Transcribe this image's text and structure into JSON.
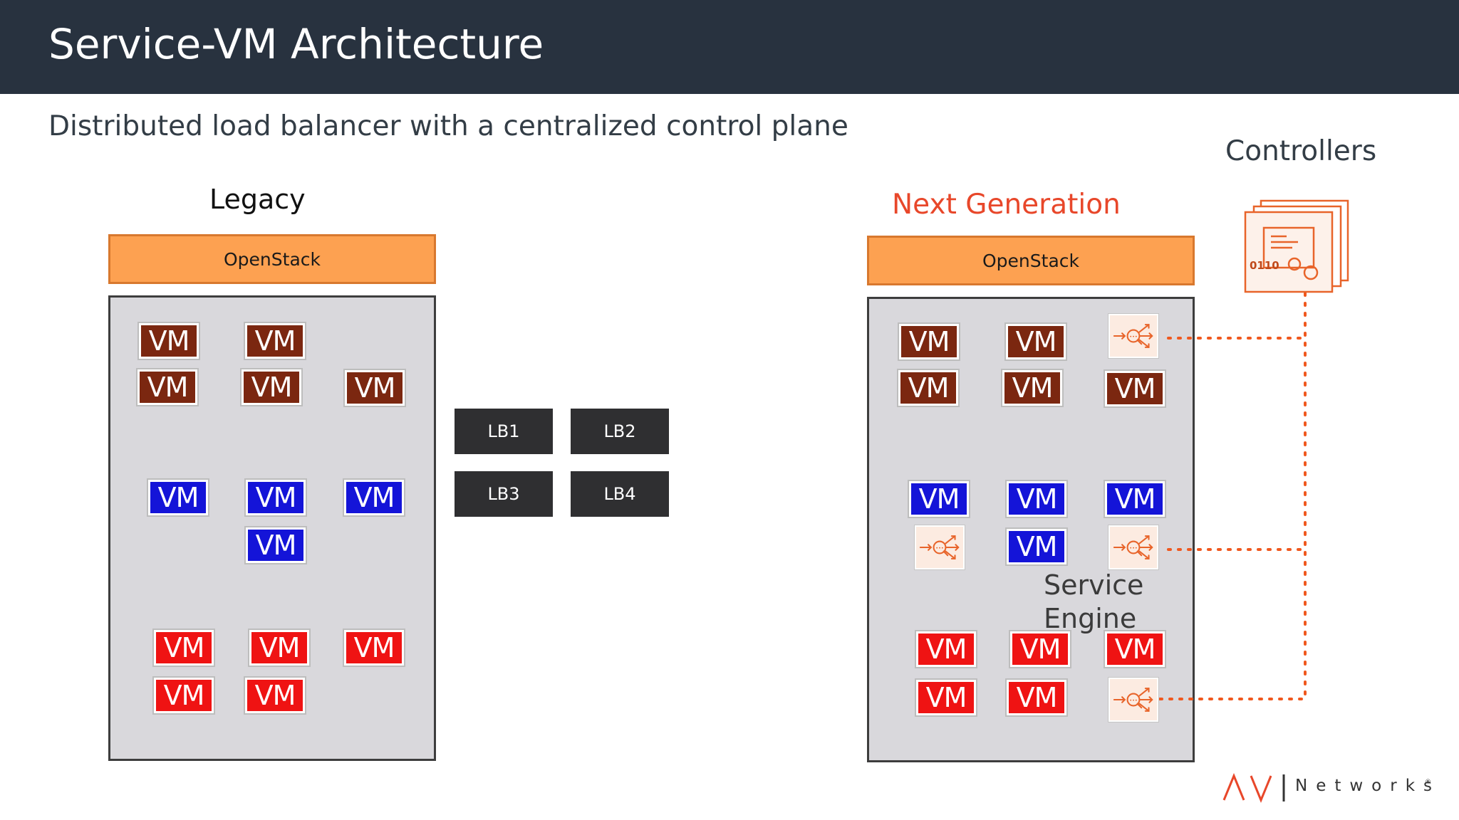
{
  "slide": {
    "title": "Service-VM Architecture",
    "subtitle": "Distributed load balancer with a centralized control plane"
  },
  "legacy": {
    "label": "Legacy",
    "openstack": "OpenStack",
    "vm_label": "VM"
  },
  "load_balancers": [
    "LB1",
    "LB2",
    "LB3",
    "LB4"
  ],
  "next_generation": {
    "label": "Next Generation",
    "openstack": "OpenStack",
    "service_engine_caption": "Service Engine"
  },
  "controllers": {
    "label": "Controllers",
    "icon_text": "0110",
    "icon": "controller-gear-icon"
  },
  "logo": {
    "mark": "AVI",
    "text": "Networks",
    "registered": "®"
  },
  "colors": {
    "header": "#28323f",
    "openstack": "#fda151",
    "vm_brown": "#7b2710",
    "vm_blue": "#1414d8",
    "vm_red": "#ef1313",
    "accent": "#e8472a",
    "lb": "#2f2f31"
  }
}
